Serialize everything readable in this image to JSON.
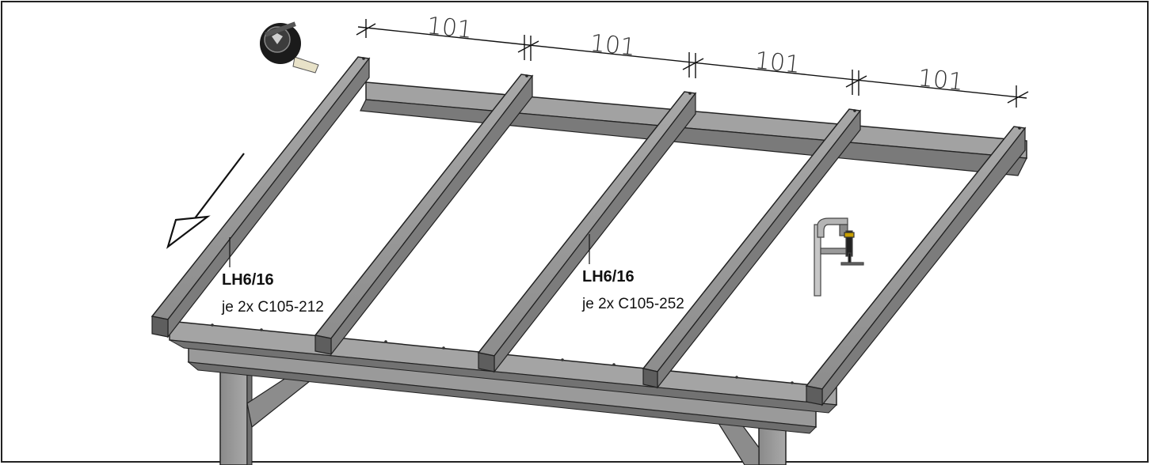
{
  "dimensions": {
    "labels": [
      "101",
      "101",
      "101",
      "101"
    ]
  },
  "callouts": [
    {
      "code": "LH6/16",
      "detail": "je 2x C105-212"
    },
    {
      "code": "LH6/16",
      "detail": "je 2x C105-252"
    }
  ],
  "icons": {
    "tape_measure": "tape-measure-icon",
    "clamp": "clamp-icon",
    "direction_arrow": "direction-arrow-icon"
  },
  "colors": {
    "wood_top": "#9b9b9b",
    "wood_side": "#7e7e7e",
    "wood_dark": "#5f5f5f",
    "outline": "#1a1a1a"
  }
}
